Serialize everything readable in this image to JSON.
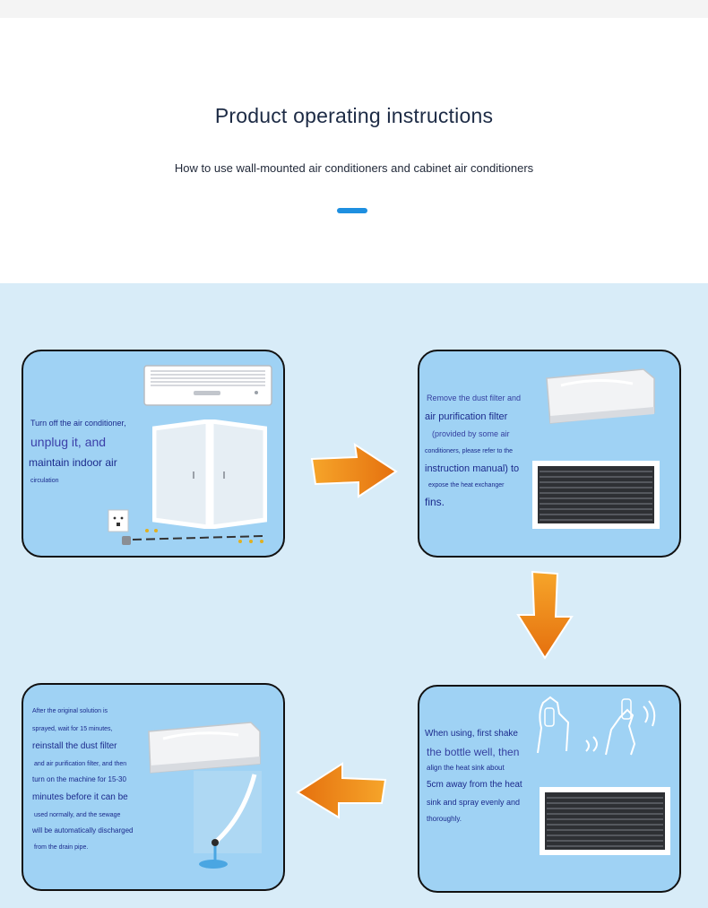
{
  "header": {
    "title": "Product operating instructions",
    "subtitle": "How to use wall-mounted air conditioners and cabinet air conditioners",
    "accent_color": "#1e8fe0"
  },
  "colors": {
    "panel_background": "#d8ecf8",
    "card_background": "#9fd2f4",
    "card_text": "#1b2a8c",
    "arrow_orange": "#ef8a12"
  },
  "steps": [
    {
      "lines": [
        "Turn off the air conditioner,",
        "unplug it, and",
        "maintain indoor air",
        "circulation"
      ],
      "icons": [
        "air-conditioner-icon",
        "window-icon",
        "power-outlet-icon",
        "plug-icon"
      ]
    },
    {
      "lines": [
        "Remove the dust filter and",
        "air purification filter",
        "(provided by some air",
        "conditioners, please refer to the",
        "instruction manual) to",
        "expose the heat exchanger",
        "fins."
      ],
      "icons": [
        "air-conditioner-icon",
        "heat-exchanger-icon"
      ]
    },
    {
      "lines": [
        "When using, first shake",
        "the bottle well, then",
        "align the heat sink about",
        "5cm away from the heat",
        "sink and spray evenly and",
        "thoroughly."
      ],
      "icons": [
        "shaking-hand-icon",
        "spray-hand-icon",
        "heat-exchanger-icon"
      ]
    },
    {
      "lines": [
        "After the original solution is",
        "sprayed, wait for 15 minutes,",
        "reinstall the dust filter",
        "and air purification filter, and then",
        "turn on the machine for 15-30",
        "minutes before it can be",
        "used normally, and the sewage",
        "will be automatically discharged",
        "from the drain pipe."
      ],
      "icons": [
        "air-conditioner-icon",
        "drain-pipe-icon"
      ]
    }
  ]
}
